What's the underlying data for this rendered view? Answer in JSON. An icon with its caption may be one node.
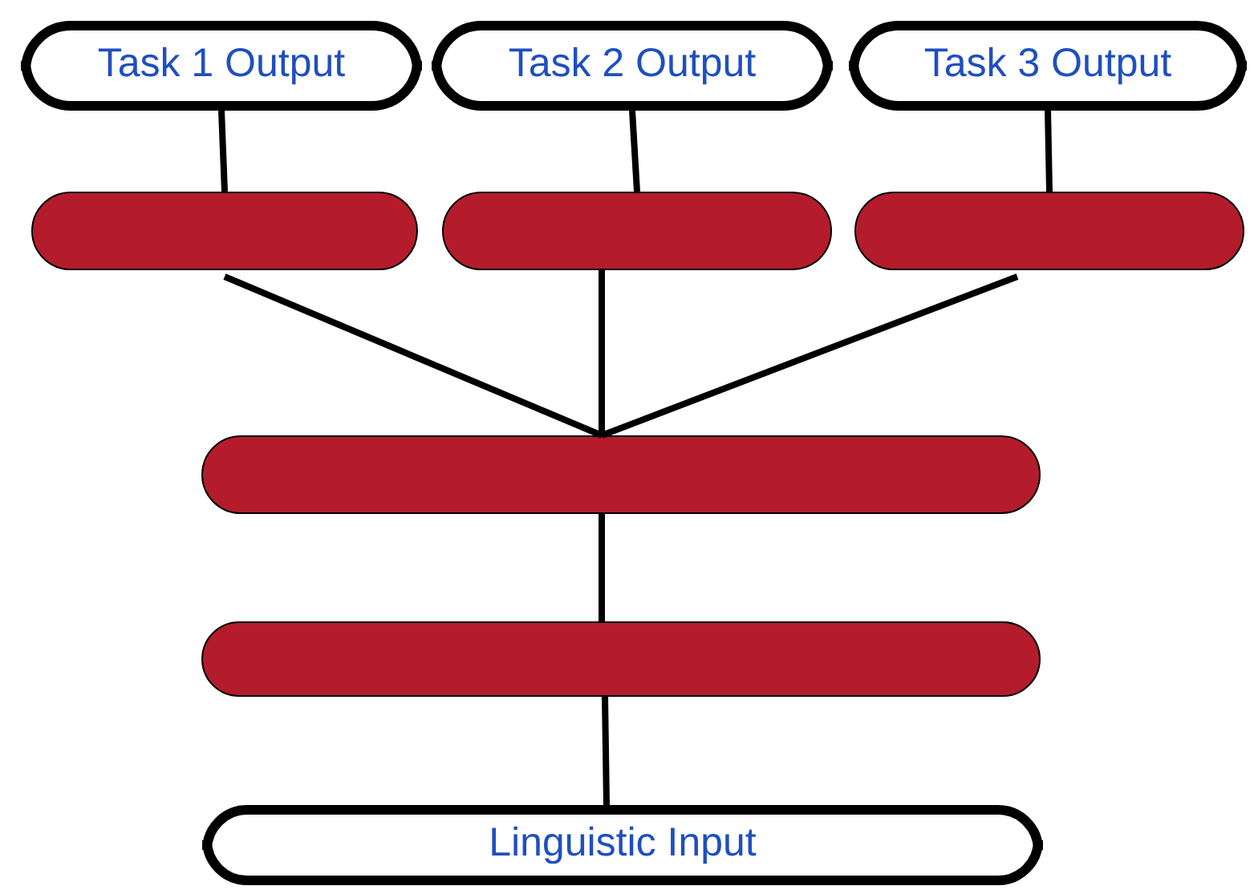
{
  "diagram": {
    "nodes": [
      {
        "text": [
          "Task 1 Output"
        ]
      },
      {
        "text": [
          "Task 2 Output"
        ]
      },
      {
        "text": [
          "Task 3 Output"
        ]
      },
      {
        "text": [],
        "shape": "bar"
      },
      {
        "text": [],
        "shape": "bar"
      },
      {
        "text": [],
        "shape": "bar"
      },
      {
        "text": [],
        "shape": "bar"
      },
      {
        "text": [],
        "shape": "bar"
      },
      {
        "text": [
          "Linguistic Input"
        ]
      }
    ],
    "edges": [
      {
        "from": 0,
        "to": 3,
        "arrow": "none"
      },
      {
        "from": 1,
        "to": 4,
        "arrow": "none"
      },
      {
        "from": 2,
        "to": 5,
        "arrow": "none"
      },
      {
        "from": 3,
        "to": 6,
        "arrow": "none"
      },
      {
        "from": 4,
        "to": 6,
        "arrow": "none"
      },
      {
        "from": 5,
        "to": 6,
        "arrow": "none"
      },
      {
        "from": 6,
        "to": 7,
        "arrow": "none"
      },
      {
        "from": 7,
        "to": 8,
        "arrow": "none"
      }
    ]
  }
}
